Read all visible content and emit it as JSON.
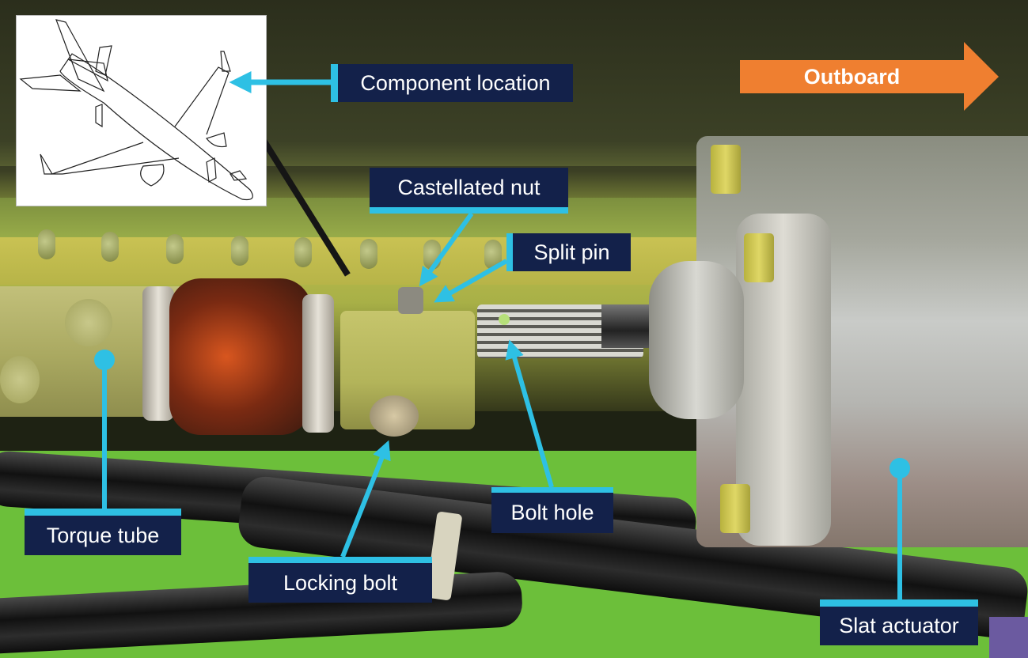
{
  "figure": {
    "description": "Annotated photograph of a slat actuator and torque tube connection on an aircraft wing",
    "colors": {
      "label_bg": "#13214a",
      "label_text": "#ffffff",
      "callout_accent": "#2ec0e4",
      "direction_arrow": "#ef7f30"
    }
  },
  "inset": {
    "icon": "airplane-line-drawing",
    "caption": "Component location"
  },
  "direction": {
    "label": "Outboard",
    "icon": "arrow-right"
  },
  "callouts": {
    "component_location": "Component location",
    "castellated_nut": "Castellated nut",
    "split_pin": "Split pin",
    "torque_tube": "Torque tube",
    "locking_bolt": "Locking bolt",
    "bolt_hole": "Bolt hole",
    "slat_actuator": "Slat actuator"
  }
}
